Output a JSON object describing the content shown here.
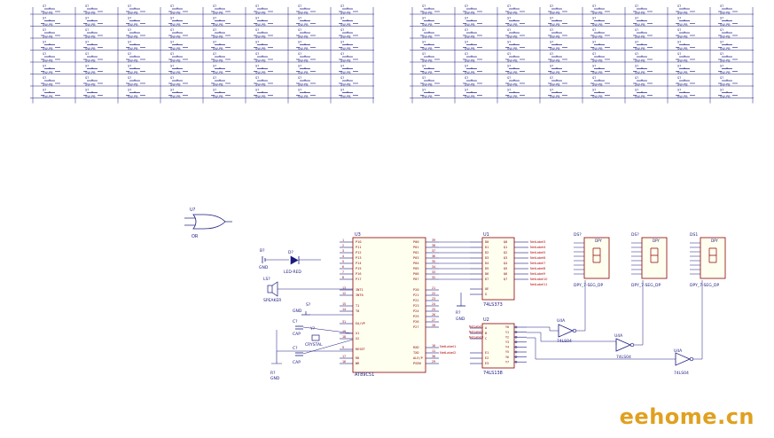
{
  "watermark": "eehome.cn",
  "switch_matrix": {
    "left": {
      "cols": 8,
      "rows": 8,
      "ref": "S?",
      "value": "SW-PB"
    },
    "right": {
      "cols": 8,
      "rows": 8,
      "ref": "S?",
      "value": "SW-PB"
    }
  },
  "or_gate": {
    "ref": "U?",
    "value": "OR"
  },
  "mcu": {
    "ref": "U3",
    "value": "AT89C51",
    "left_pins": [
      {
        "num": "1",
        "name": "P10"
      },
      {
        "num": "2",
        "name": "P11"
      },
      {
        "num": "3",
        "name": "P12"
      },
      {
        "num": "4",
        "name": "P13"
      },
      {
        "num": "5",
        "name": "P14"
      },
      {
        "num": "6",
        "name": "P15"
      },
      {
        "num": "7",
        "name": "P16"
      },
      {
        "num": "8",
        "name": "P17"
      },
      {
        "num": "13",
        "name": "INT1"
      },
      {
        "num": "12",
        "name": "INT0"
      },
      {
        "num": "15",
        "name": "T1"
      },
      {
        "num": "14",
        "name": "T0"
      },
      {
        "num": "31",
        "name": "EA/VP"
      },
      {
        "num": "19",
        "name": "X1"
      },
      {
        "num": "18",
        "name": "X2"
      },
      {
        "num": "9",
        "name": "RESET"
      },
      {
        "num": "17",
        "name": "RD"
      },
      {
        "num": "16",
        "name": "WR"
      }
    ],
    "right_pins": [
      {
        "num": "39",
        "name": "P00"
      },
      {
        "num": "38",
        "name": "P01"
      },
      {
        "num": "37",
        "name": "P02"
      },
      {
        "num": "36",
        "name": "P03"
      },
      {
        "num": "35",
        "name": "P04"
      },
      {
        "num": "34",
        "name": "P05"
      },
      {
        "num": "33",
        "name": "P06"
      },
      {
        "num": "32",
        "name": "P07"
      },
      {
        "num": "21",
        "name": "P20"
      },
      {
        "num": "22",
        "name": "P21"
      },
      {
        "num": "23",
        "name": "P22"
      },
      {
        "num": "24",
        "name": "P23"
      },
      {
        "num": "25",
        "name": "P24"
      },
      {
        "num": "26",
        "name": "P25"
      },
      {
        "num": "27",
        "name": "P26"
      },
      {
        "num": "28",
        "name": "P27"
      },
      {
        "num": "10",
        "name": "RXD"
      },
      {
        "num": "11",
        "name": "TXD"
      },
      {
        "num": "30",
        "name": "ALE/P"
      },
      {
        "num": "29",
        "name": "PSEN"
      }
    ],
    "net_rxd": "NetLabel1",
    "net_txd": "NetLabel2"
  },
  "latch": {
    "ref": "U1",
    "value": "74LS373",
    "d_pins": [
      "D0",
      "D1",
      "D2",
      "D3",
      "D4",
      "D5",
      "D6",
      "D7"
    ],
    "q_pins": [
      "Q0",
      "Q1",
      "Q2",
      "Q3",
      "Q4",
      "Q5",
      "Q6",
      "Q7"
    ],
    "ctl_pins": [
      "OE",
      "G"
    ],
    "q_nets": [
      "NetLabel3",
      "NetLabel4",
      "NetLabel5",
      "NetLabel6",
      "NetLabel7",
      "NetLabel8",
      "NetLabel9",
      "NetLabel10",
      "NetLabel11"
    ]
  },
  "decoder": {
    "ref": "U2",
    "value": "74LS138",
    "in_pins": [
      "A",
      "B",
      "C"
    ],
    "en_pins": [
      "E1",
      "E2",
      "E3"
    ],
    "out_pins": [
      "Y0",
      "Y1",
      "Y2",
      "Y3",
      "Y4",
      "Y5",
      "Y6",
      "Y7"
    ],
    "in_nets": [
      "NetLabel1",
      "NetLabel2",
      "NetLabel3"
    ]
  },
  "inverters": [
    {
      "ref": "U4A",
      "value": "74LS04"
    },
    {
      "ref": "U4A",
      "value": "74LS04"
    },
    {
      "ref": "U4A",
      "value": "74LS04"
    }
  ],
  "displays": [
    {
      "ref": "DS?",
      "value": "DPY_7-SEG_DP",
      "tag": "DPY"
    },
    {
      "ref": "DS?",
      "value": "DPY_7-SEG_DP",
      "tag": "DPY"
    },
    {
      "ref": "DS1",
      "value": "DPY_7-SEG_DP",
      "tag": "DPY"
    }
  ],
  "misc": {
    "bat": {
      "ref": "B?",
      "label": "GND"
    },
    "led": {
      "ref": "D?",
      "value": "LED-RED"
    },
    "speaker": {
      "ref": "LS?",
      "value": "SPEAKER"
    },
    "switch2": {
      "ref": "S?",
      "label": "GND"
    },
    "cap1": {
      "ref": "C?",
      "value": "CAP"
    },
    "cap2": {
      "ref": "C?",
      "value": "CAP"
    },
    "crystal": {
      "ref": "Y?",
      "value": "CRYSTAL"
    },
    "res": {
      "ref": "R?",
      "label": "GND"
    },
    "gnd_mid": "GND",
    "r_mid": "R?"
  }
}
